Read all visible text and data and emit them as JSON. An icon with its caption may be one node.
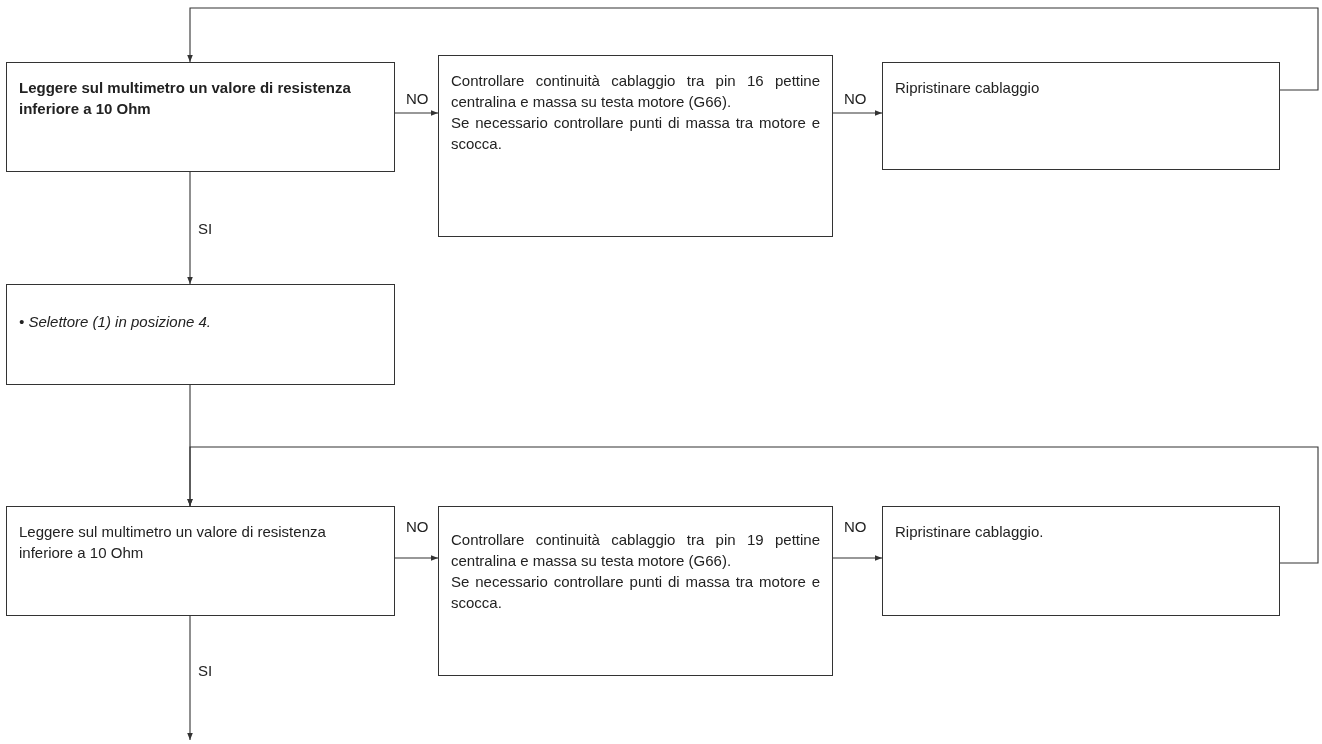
{
  "diagram": {
    "nodes": [
      {
        "text": [
          "Leggere sul multimetro un valore di resistenza inferiore a 10 Ohm"
        ]
      },
      {
        "text": [
          "Controllare continuità cablaggio tra pin 16 pettine centralina e massa su testa motore (G66).",
          "Se necessario controllare punti di massa tra motore e scocca."
        ]
      },
      {
        "text": [
          "Ripristinare cablaggio"
        ]
      },
      {
        "text": [
          "• Selettore (1) in posizione 4."
        ]
      },
      {
        "text": [
          "Leggere sul multimetro un valore di resistenza inferiore a 10 Ohm"
        ]
      },
      {
        "text": [
          "Controllare continuità cablaggio tra pin 19 pettine centralina e massa su testa motore (G66).",
          "Se necessario controllare punti di massa tra motore e scocca."
        ]
      },
      {
        "text": [
          "Ripristinare cablaggio."
        ]
      }
    ],
    "edges": [
      {
        "from": 0,
        "to": 1,
        "arrow": "to",
        "label": "NO"
      },
      {
        "from": 1,
        "to": 2,
        "arrow": "to",
        "label": "NO"
      },
      {
        "from": 0,
        "to": 3,
        "arrow": "to",
        "label": "SI"
      },
      {
        "from": 2,
        "to": 0,
        "arrow": "to"
      },
      {
        "from": 3,
        "to": 4,
        "arrow": "to"
      },
      {
        "from": 4,
        "to": 5,
        "arrow": "to",
        "label": "NO"
      },
      {
        "from": 5,
        "to": 6,
        "arrow": "to",
        "label": "NO"
      },
      {
        "from": 4,
        "to": null,
        "arrow": "to",
        "label": "SI"
      },
      {
        "from": 6,
        "to": 4,
        "arrow": "to"
      }
    ]
  }
}
